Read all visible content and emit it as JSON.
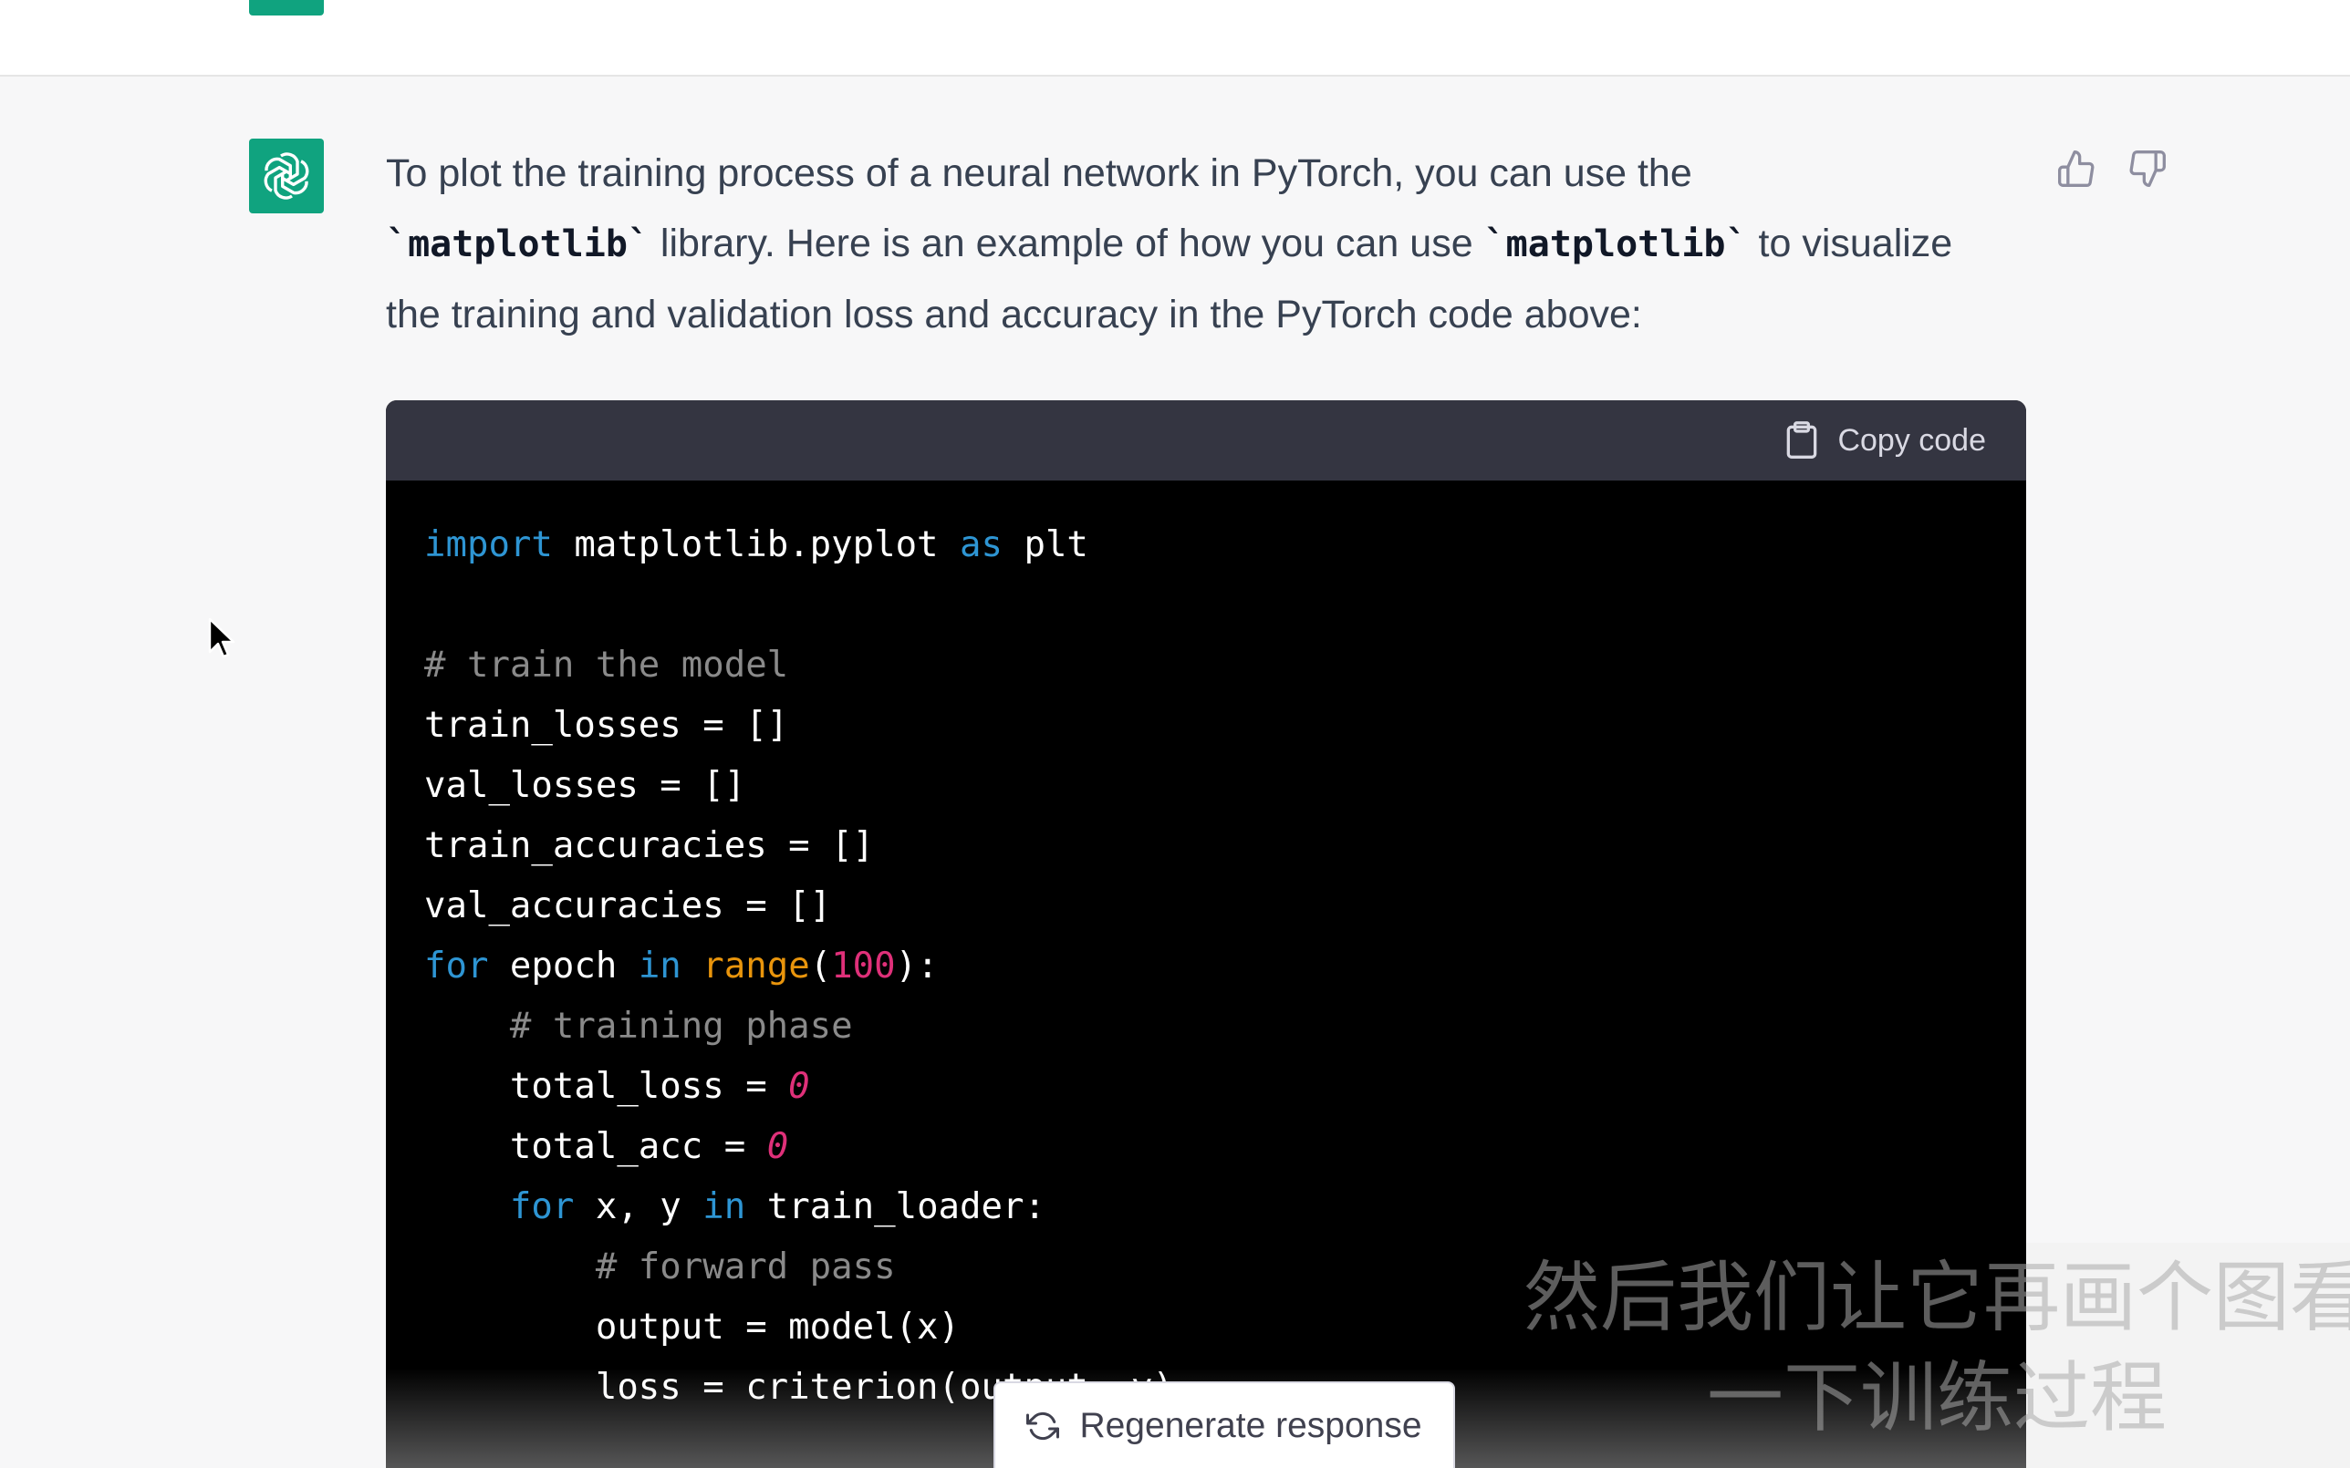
{
  "message": {
    "line1": "To plot the training process of a neural network in PyTorch, you can use the",
    "code1": "`matplotlib`",
    "line2_mid": " library. Here is an example of how you can use ",
    "code2": "`matplotlib`",
    "line2_end": " to visualize",
    "line3": "the training and validation loss and accuracy in the PyTorch code above:"
  },
  "feedback": {
    "thumbs_up_icon": "thumbs-up-icon",
    "thumbs_down_icon": "thumbs-down-icon"
  },
  "code_block": {
    "copy_label": "Copy code",
    "copy_icon": "clipboard-icon",
    "lines": {
      "l1": {
        "kw1": "import",
        "t1": " matplotlib.pyplot ",
        "kw2": "as",
        "t2": " plt"
      },
      "l3": {
        "cm": "# train the model"
      },
      "l4": "train_losses = []",
      "l5": "val_losses = []",
      "l6": "train_accuracies = []",
      "l7": "val_accuracies = []",
      "l8": {
        "kw1": "for",
        "t1": " epoch ",
        "kw2": "in",
        "sp": " ",
        "bi": "range",
        "p1": "(",
        "num": "100",
        "p2": "):"
      },
      "l9": {
        "indent": "    ",
        "cm": "# training phase"
      },
      "l10": {
        "t": "    total_loss = ",
        "num": "0"
      },
      "l11": {
        "t": "    total_acc = ",
        "num": "0"
      },
      "l12": {
        "indent": "    ",
        "kw1": "for",
        "t1": " x, y ",
        "kw2": "in",
        "t2": " train_loader:"
      },
      "l13": {
        "indent": "        ",
        "cm": "# forward pass"
      },
      "l14": "        output = model(x)",
      "l15": "        loss = criterion(output, y)"
    }
  },
  "regenerate": {
    "label": "Regenerate response",
    "icon": "refresh-icon"
  },
  "subtitle": {
    "line1": "然后我们让它再画个图看",
    "line2": "一下训练过程"
  },
  "colors": {
    "accent": "#10a37f",
    "keyword": "#2e95d3",
    "builtin": "#e9950c",
    "number": "#df3079",
    "comment": "#8a8a8a"
  }
}
